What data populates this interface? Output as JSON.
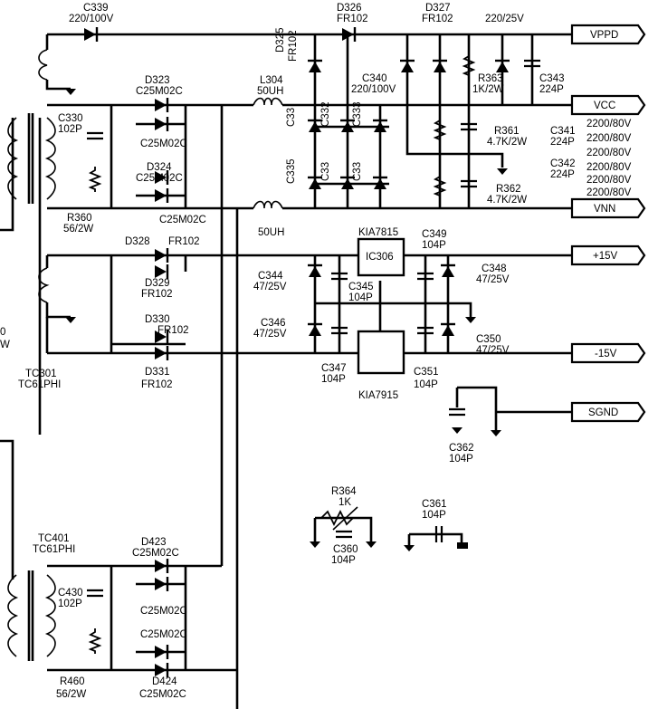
{
  "labels": {
    "c339": "C339",
    "c339v": "220/100V",
    "d326": "D326",
    "d326t": "FR102",
    "d327": "D327",
    "d327t": "FR102",
    "v220_25": "220/25V",
    "d325": "D325",
    "d325t": "FR102",
    "c340": "C340",
    "c340v": "220/100V",
    "r363": "R363",
    "r363v": "1K/2W",
    "c343": "C343",
    "c343v": "224P",
    "d323": "D323",
    "d323t": "C25M02C",
    "l304": "L304",
    "l304v": "50UH",
    "c330": "C330",
    "c330v": "102P",
    "c25m02c_a": "C25M02C",
    "d324": "D324",
    "d324t": "C25M02C",
    "c25m02c_b": "C25M02C",
    "r360": "R360",
    "r360v": "56/2W",
    "c33a": "C33",
    "c332": "C332",
    "c333": "C333",
    "c335": "C335",
    "c33b": "C33",
    "c33c": "C33",
    "r361": "R361",
    "r361v": "4.7K/2W",
    "c341": "C341",
    "c341v": "224P",
    "c342": "C342",
    "c342v": "224P",
    "cap2200": [
      "2200/80V",
      "2200/80V",
      "2200/80V",
      "2200/80V",
      "2200/80V",
      "2200/80V"
    ],
    "r362": "R362",
    "r362v": "4.7K/2W",
    "uh50": "50UH",
    "d328": "D328",
    "d328t": "FR102",
    "kia7815": "KIA7815",
    "ic306": "IC306",
    "c349": "C349",
    "c349v": "104P",
    "c344": "C344",
    "c344v": "47/25V",
    "c348": "C348",
    "c348v": "47/25V",
    "d329": "D329",
    "d329t": "FR102",
    "c345": "C345",
    "c345v": "104P",
    "c346": "C346",
    "c346v": "47/25V",
    "d330": "D330",
    "d330t": "FR102",
    "c350": "C350",
    "c350v": "47/25V",
    "d331": "D331",
    "d331t": "FR102",
    "c347": "C347",
    "c347v": "104P",
    "c351": "C351",
    "c351v": "104P",
    "kia7915": "KIA7915",
    "tc301": "TC301",
    "tc301t": "TC61PHI",
    "c362": "C362",
    "c362v": "104P",
    "r364": "R364",
    "r364v": "1K",
    "c361": "C361",
    "c361v": "104P",
    "c360": "C360",
    "c360v": "104P",
    "tc401": "TC401",
    "tc401t": "TC61PHI",
    "d423": "D423",
    "d423t": "C25M02C",
    "c430": "C430",
    "c430v": "102P",
    "c25m02c_c": "C25M02C",
    "c25m02c_d": "C25M02C",
    "r460": "R460",
    "r460v": "56/2W",
    "d424": "D424",
    "d424t": "C25M02C",
    "edge_0": "0",
    "edge_w": "W"
  },
  "ports": {
    "vppd": "VPPD",
    "vcc": "VCC",
    "vnn": "VNN",
    "p15v": "+15V",
    "m15v": "-15V",
    "sgnd": "SGND"
  }
}
